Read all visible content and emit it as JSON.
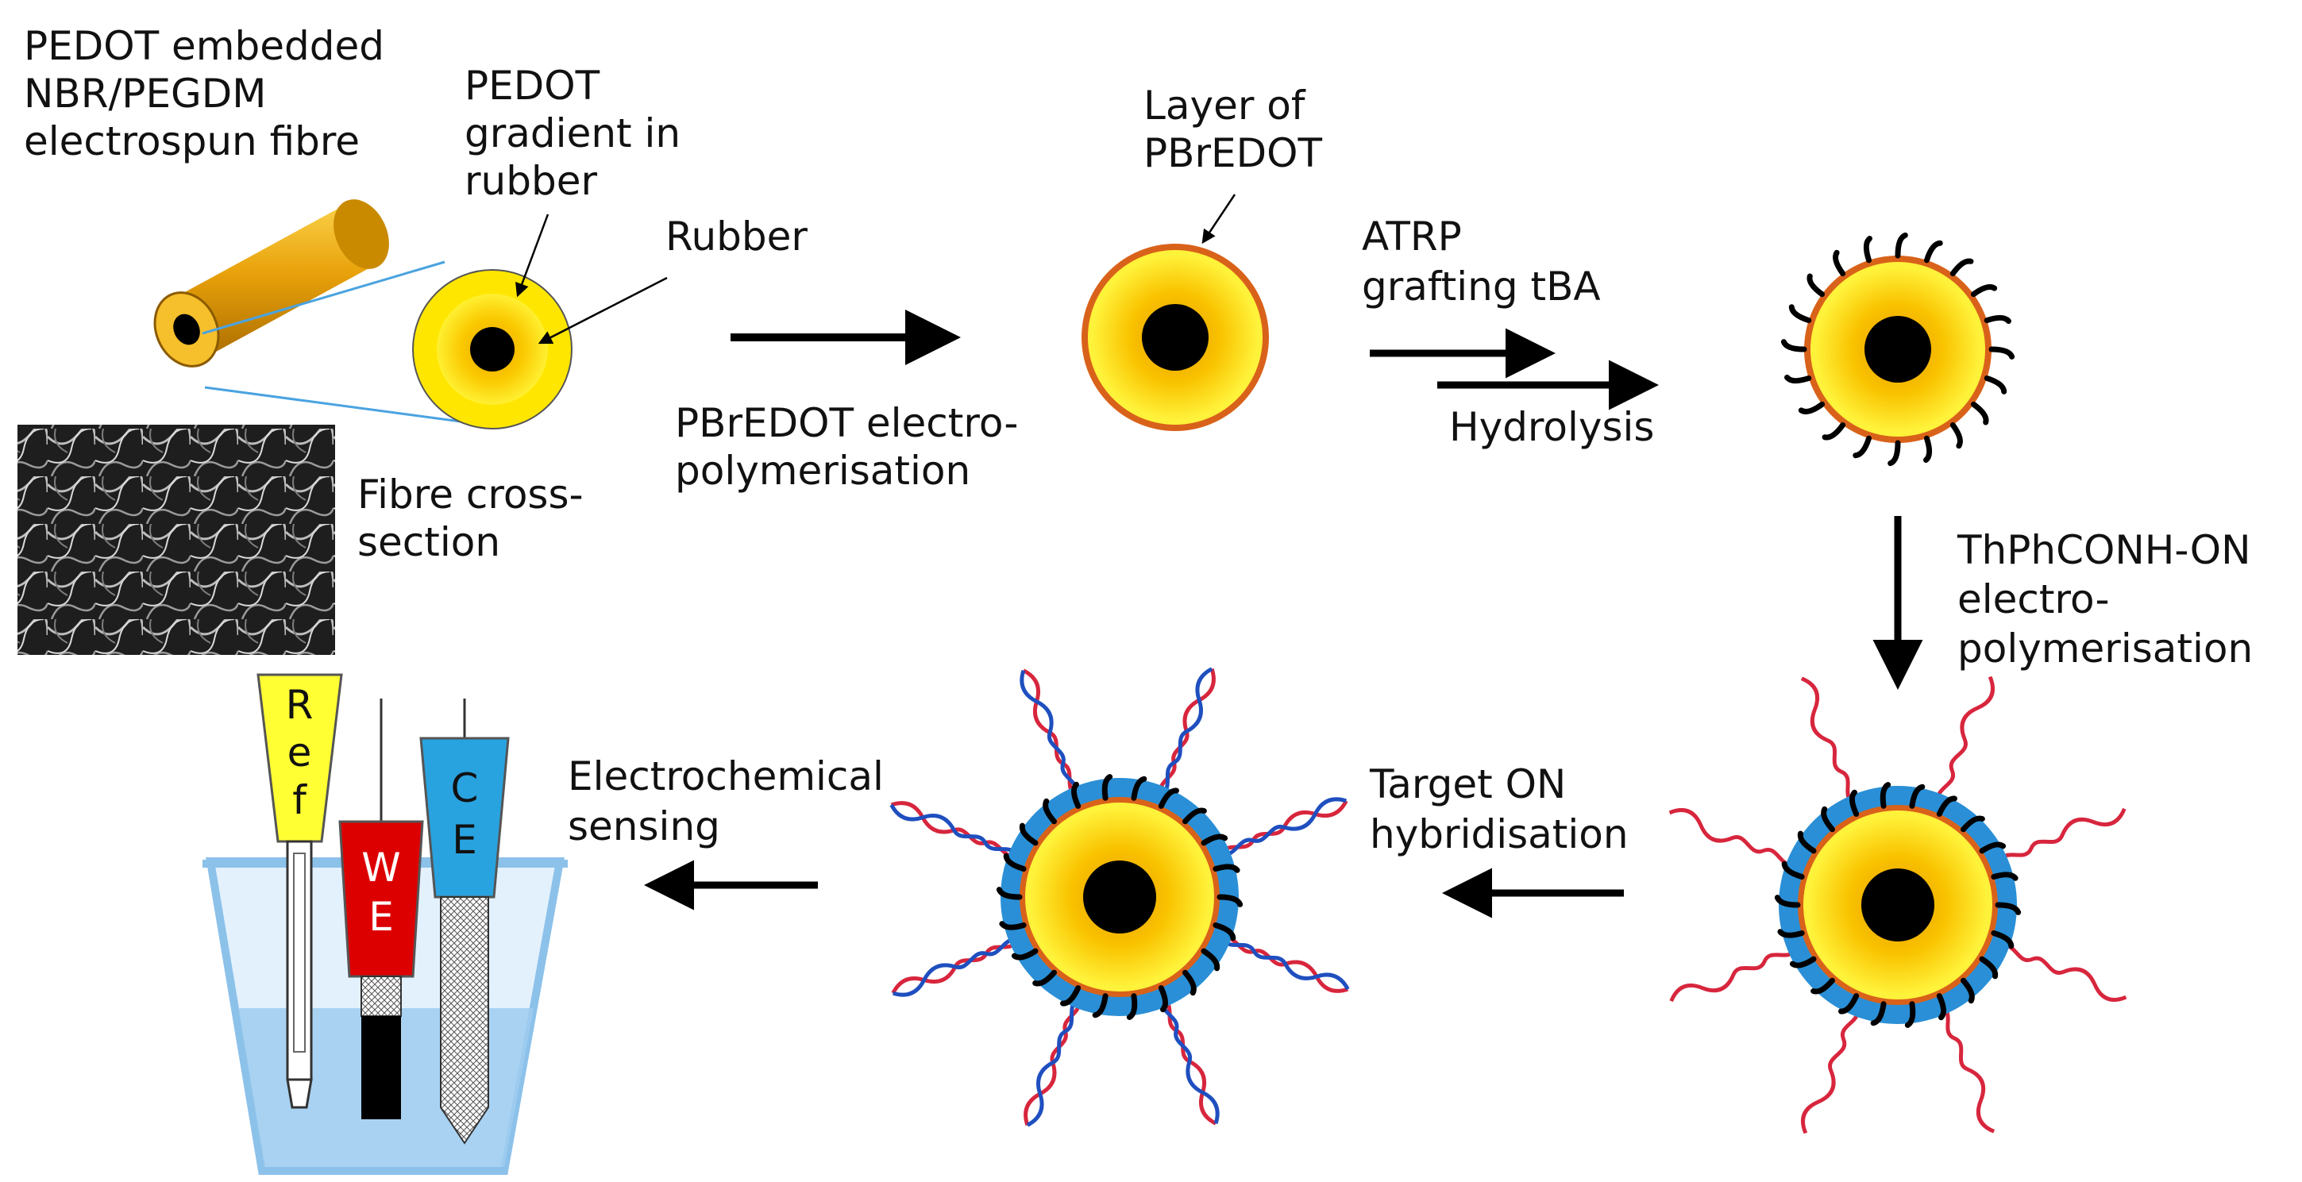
{
  "labels": {
    "fibre_line1": "PEDOT embedded",
    "fibre_line2": "NBR/PEGDM",
    "fibre_line3": "electrospun fibre",
    "gradient_line1": "PEDOT",
    "gradient_line2": "gradient in",
    "gradient_line3": "rubber",
    "rubber": "Rubber",
    "crosssection_line1": "Fibre cross-",
    "crosssection_line2": "section",
    "step1_line1": "PBrEDOT electro-",
    "step1_line2": "polymerisation",
    "layer_line1": "Layer of",
    "layer_line2": "PBrEDOT",
    "step2_line1": "ATRP",
    "step2_line2": "grafting tBA",
    "step3": "Hydrolysis",
    "step4_line1": "ThPhCONH-ON",
    "step4_line2": "electro-",
    "step4_line3": "polymerisation",
    "step5_line1": "Target ON",
    "step5_line2": "hybridisation",
    "step6_line1": "Electrochemical",
    "step6_line2": "sensing"
  },
  "electrodes": {
    "ref": [
      "R",
      "e",
      "f"
    ],
    "we": [
      "W",
      "E"
    ],
    "ce": [
      "C",
      "E"
    ]
  },
  "colors": {
    "fibre_gold": "#e8a10a",
    "core_black": "#000000",
    "rubber_yellow": "#ffe600",
    "pbredot_orange": "#d9621a",
    "poly_blue": "#2a8fd6",
    "dna_red": "#d7263d",
    "dna_blue": "#1f4fbf",
    "ref_yellow": "#ffff33",
    "we_red": "#dd0000",
    "ce_blue": "#29a3e0",
    "beaker_blue": "#9fcdf0"
  }
}
